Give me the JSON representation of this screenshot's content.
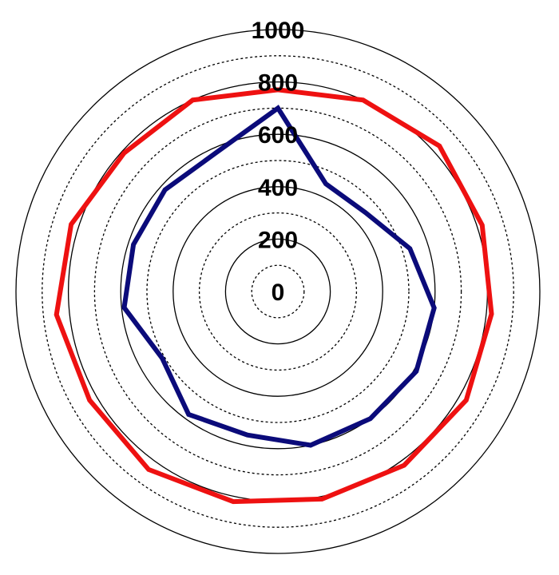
{
  "chart_data": {
    "type": "radar",
    "radial_range": [
      0,
      1000
    ],
    "radial_ticks": [
      {
        "value": 0,
        "label": "0"
      },
      {
        "value": 200,
        "label": "200"
      },
      {
        "value": 400,
        "label": "400"
      },
      {
        "value": 600,
        "label": "600"
      },
      {
        "value": 800,
        "label": "800"
      },
      {
        "value": 1000,
        "label": "1000"
      }
    ],
    "solid_grid_values": [
      200,
      400,
      600,
      800,
      1000
    ],
    "dashed_grid_values": [
      100,
      300,
      500,
      700,
      900
    ],
    "angles_deg": [
      0,
      24,
      48,
      72,
      96,
      120,
      144,
      168,
      192,
      216,
      240,
      264,
      288,
      312,
      336
    ],
    "grid": true,
    "series": [
      {
        "color": "#ee1111",
        "values": [
          770,
          800,
          830,
          820,
          820,
          830,
          820,
          810,
          820,
          840,
          830,
          850,
          830,
          790,
          800
        ]
      },
      {
        "color": "#0b0b7a",
        "values": [
          700,
          450,
          450,
          530,
          600,
          610,
          600,
          600,
          560,
          580,
          510,
          590,
          580,
          580,
          580
        ]
      }
    ]
  }
}
